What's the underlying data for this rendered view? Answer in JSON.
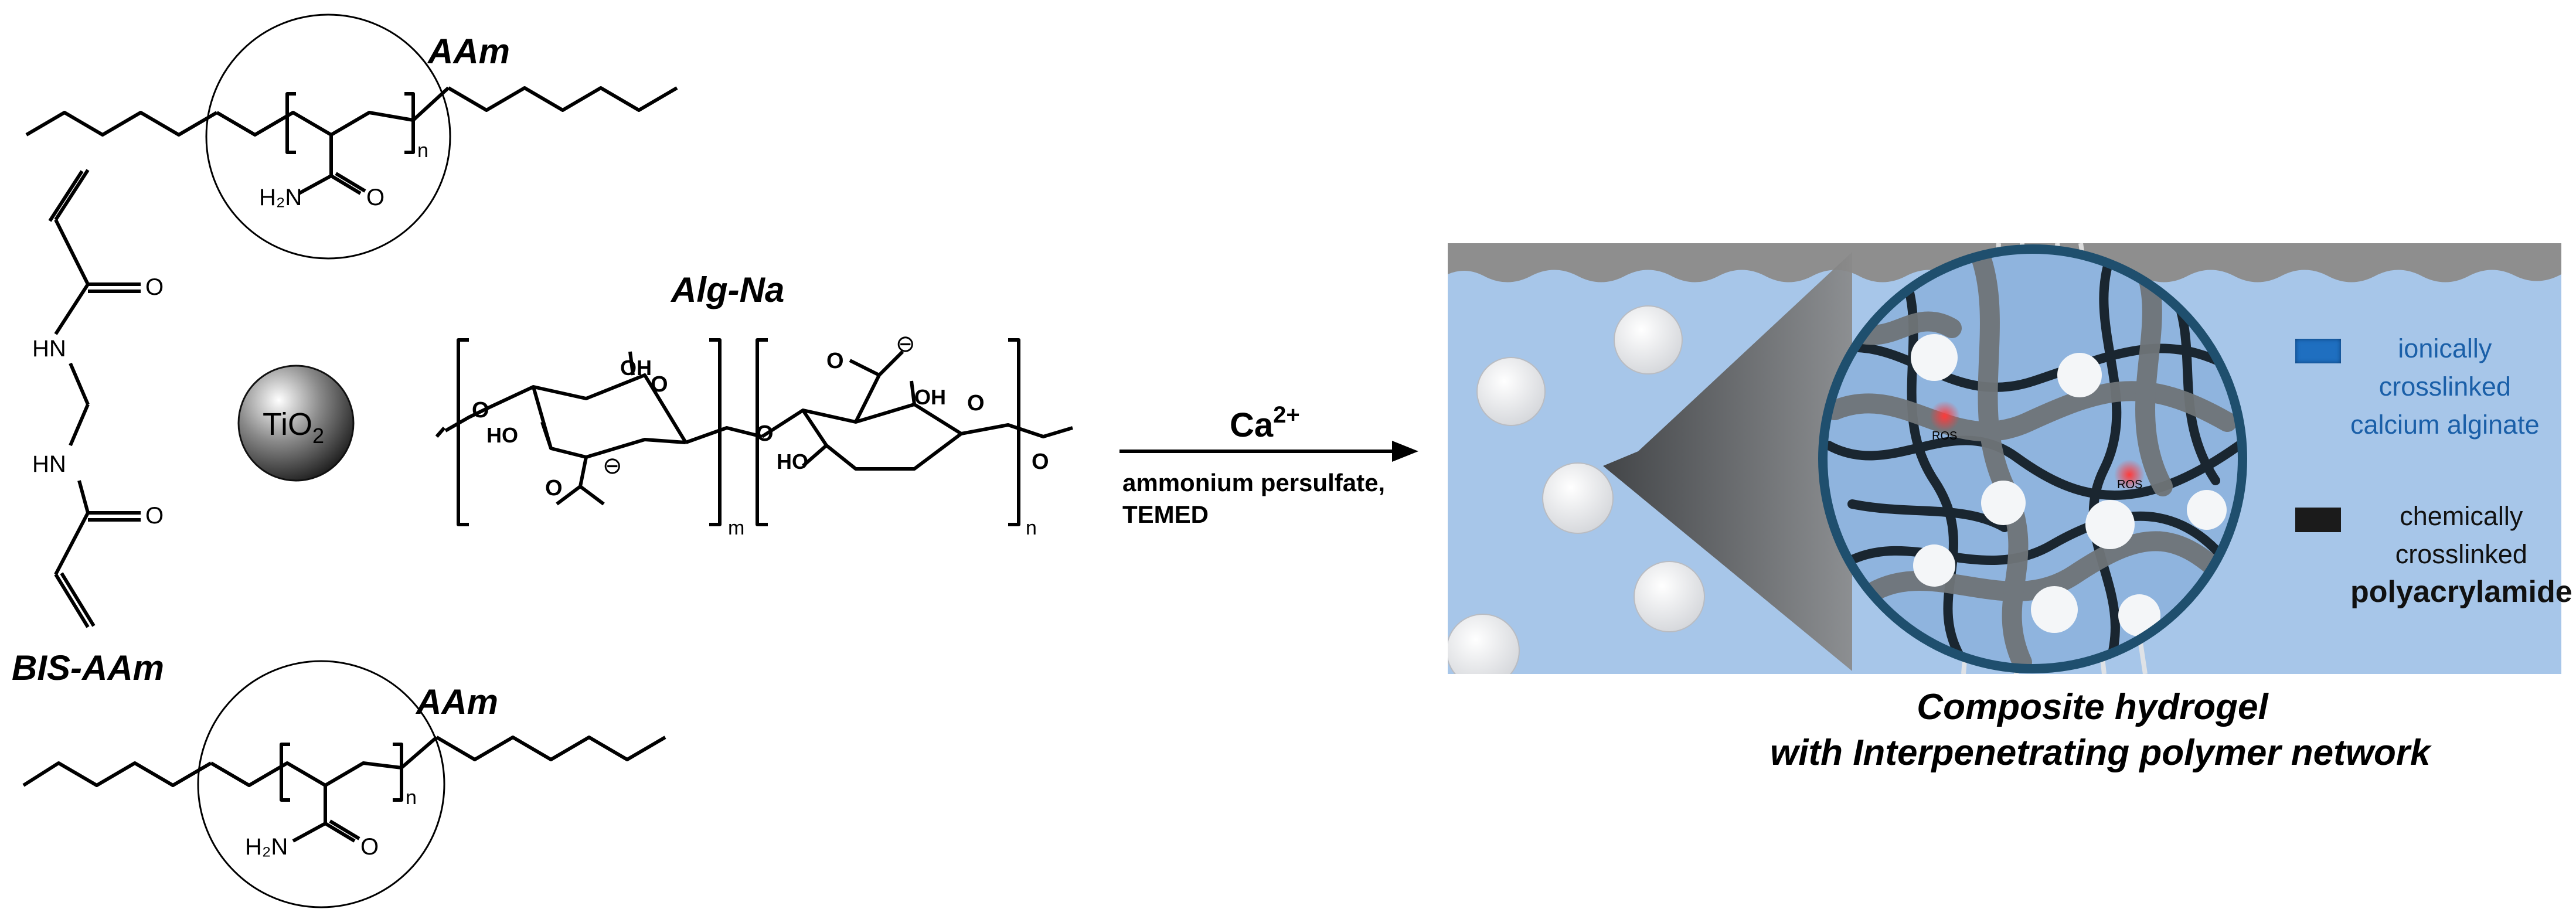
{
  "labels": {
    "aam_top": "AAm",
    "aam_bottom": "AAm",
    "bis_aam": "BIS-AAm",
    "tio2": "TiO",
    "tio2_sub": "2",
    "alg_na": "Alg-Na",
    "amide_top": "H₂N",
    "amide_bottom": "H₂N",
    "oxygen": "O",
    "nh": "HN",
    "n_sub": "n",
    "m_sub": "m",
    "oh": "OH",
    "ho": "HO",
    "minus": "⊖"
  },
  "reaction": {
    "reagent_main": "Ca",
    "reagent_charge": "2+",
    "conditions_line1": "ammonium persulfate,",
    "conditions_line2": "TEMED"
  },
  "panel": {
    "ros": "ROS",
    "legend": {
      "ionic_line1": "ionically",
      "ionic_line2": "crosslinked",
      "ionic_line3": "calcium alginate",
      "chem_line1": "chemically",
      "chem_line2": "crosslinked",
      "chem_line3": "polyacrylamide"
    }
  },
  "caption": {
    "line1": "Composite hydrogel",
    "line2": "with Interpenetrating polymer network"
  },
  "colors": {
    "gel": "#a7c6e9",
    "top_surface": "#8e8e8e",
    "ring": "#1f4f6e",
    "ionic_swatch": "#1f6fc0",
    "chem_swatch": "#1b1b1b"
  }
}
